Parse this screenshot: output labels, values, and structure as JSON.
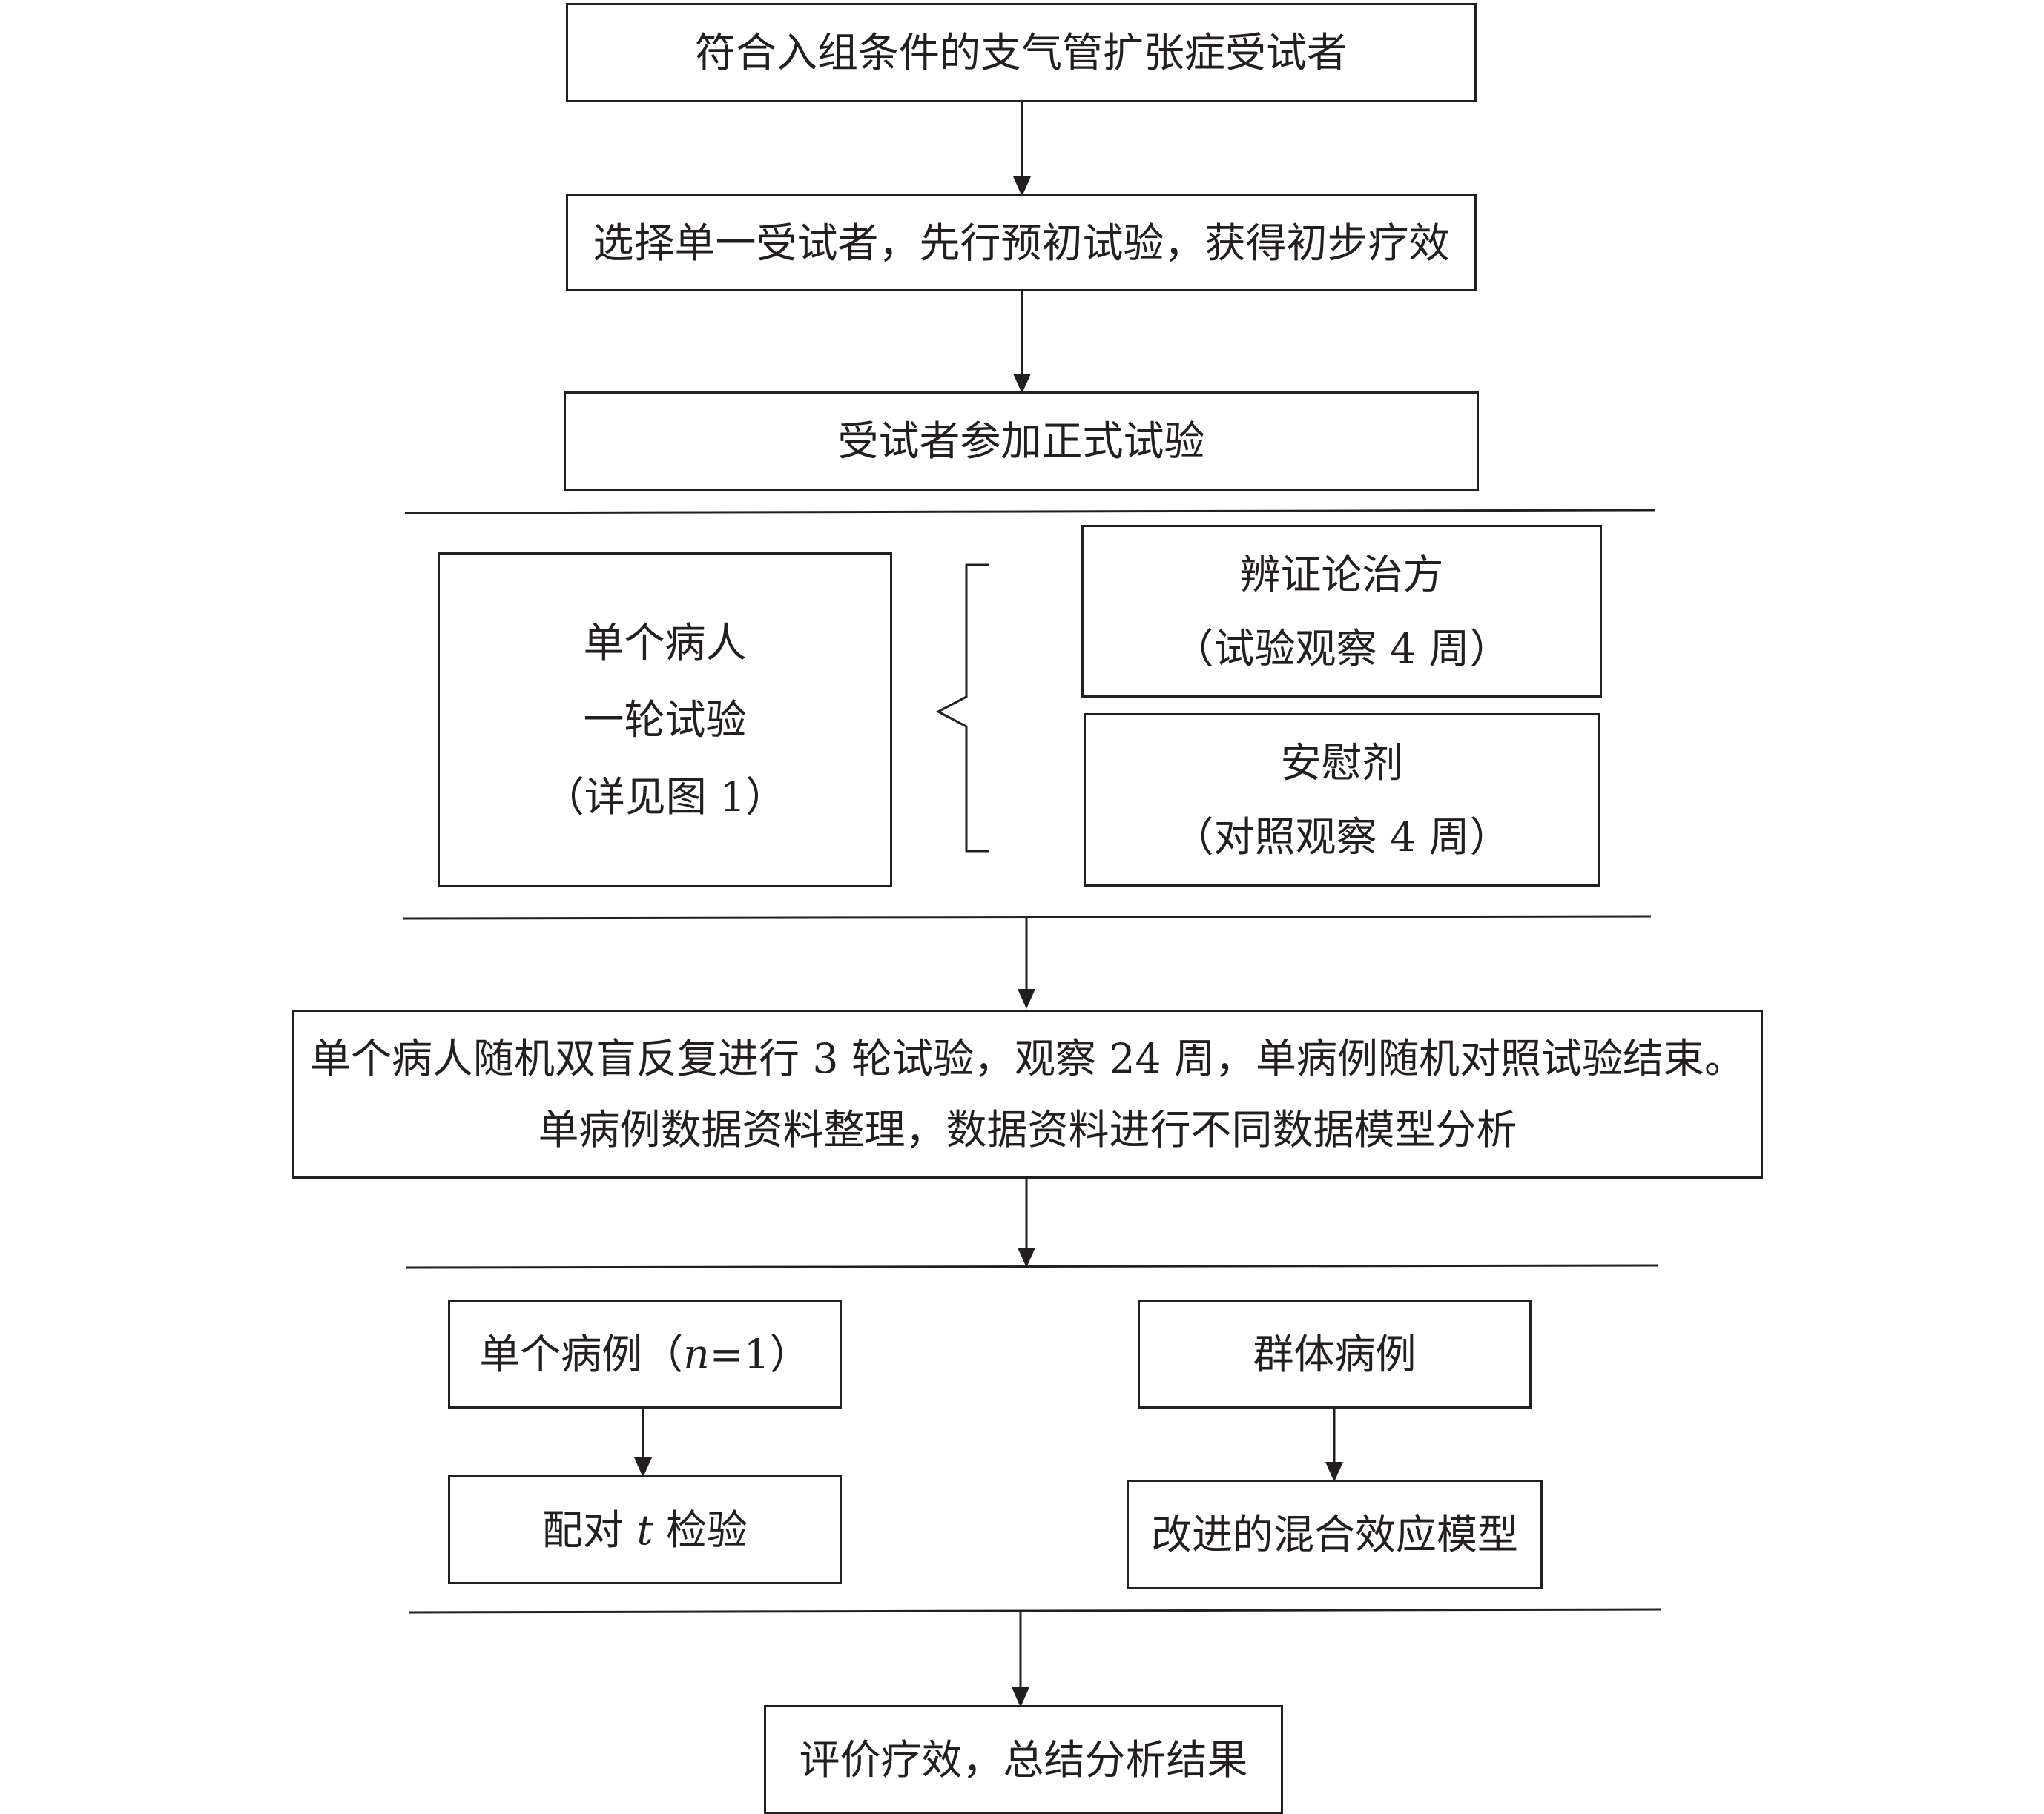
{
  "flowchart": {
    "eligible": "符合入组条件的支气管扩张症受试者",
    "pilot": "选择单一受试者，先行预初试验，获得初步疗效",
    "formal": "受试者参加正式试验",
    "one_round": {
      "line1": "单个病人",
      "line2": "一轮试验",
      "line3": "（详见图 1）"
    },
    "treatment": {
      "title": "辨证论治方",
      "note": "（试验观察 4 周）"
    },
    "placebo": {
      "title": "安慰剂",
      "note": "（对照观察 4 周）"
    },
    "repeat": {
      "line1": "单个病人随机双盲反复进行 3 轮试验，观察 24 周，单病例随机对照试验结束。",
      "line2": "单病例数据资料整理，数据资料进行不同数据模型分析"
    },
    "single_case": {
      "prefix": "单个病例（",
      "var": "n",
      "suffix": "=1）"
    },
    "group_case": "群体病例",
    "paired_t": {
      "prefix": "配对 ",
      "var": "t",
      "suffix": " 检验"
    },
    "mixed_model": "改进的混合效应模型",
    "evaluate": "评价疗效，总结分析结果"
  }
}
